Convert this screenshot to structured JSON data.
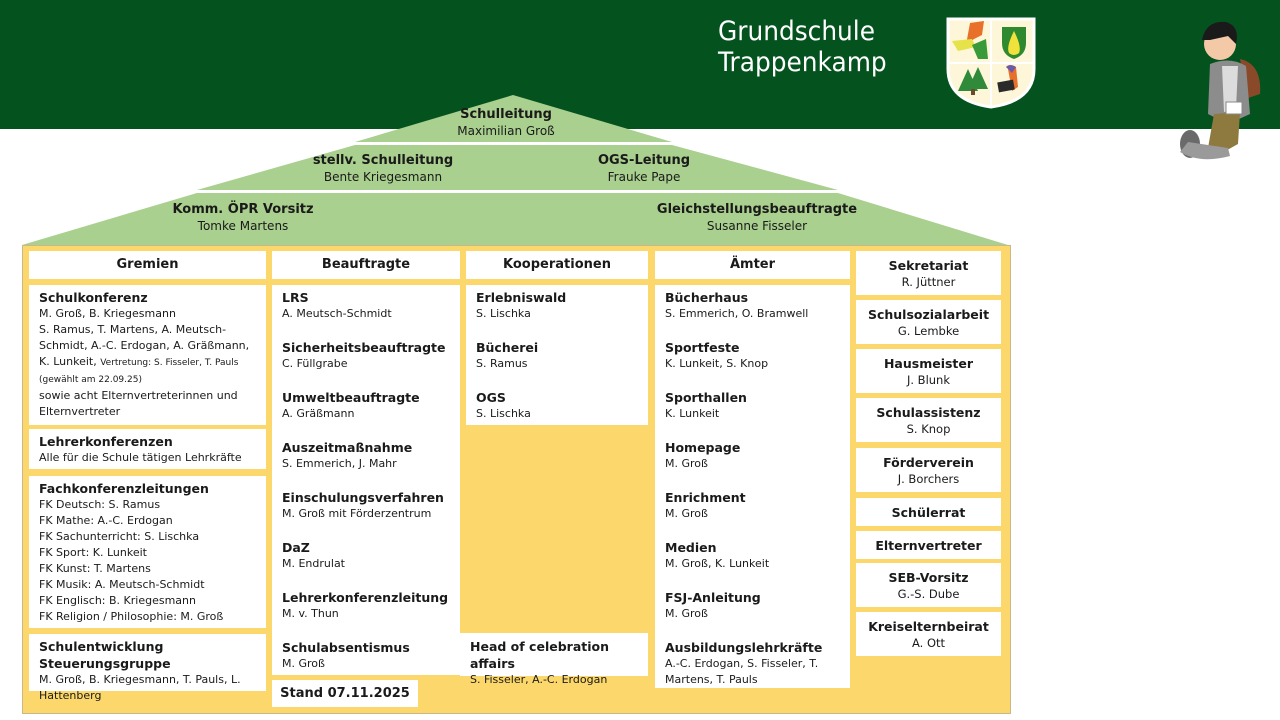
{
  "header": {
    "school_name_line1": "Grundschule",
    "school_name_line2": "Trappenkamp",
    "banner_color": "#04531f"
  },
  "roof": {
    "tier1": {
      "leader": {
        "title": "Schulleitung",
        "name": "Maximilian Groß"
      }
    },
    "tier2": {
      "left": {
        "title": "stellv. Schulleitung",
        "name": "Bente Kriegesmann"
      },
      "right": {
        "title": "OGS-Leitung",
        "name": "Frauke Pape"
      }
    },
    "tier3": {
      "left": {
        "title": "Komm. ÖPR Vorsitz",
        "name": "Tomke Martens"
      },
      "right": {
        "title": "Gleichstellungsbeauftragte",
        "name": "Susanne Fisseler"
      }
    },
    "color": "#a9d08e"
  },
  "gremien": {
    "header": "Gremien",
    "schulkonferenz": {
      "title": "Schulkonferenz",
      "line1": "M. Groß, B. Kriegesmann",
      "line2": "S. Ramus, T. Martens, A. Meutsch-Schmidt, A.-C.  Erdogan, A. Gräßmann, K. Lunkeit,",
      "substitute": "Vertretung: S. Fisseler, T. Pauls (gewählt am 22.09.25)",
      "line3": "sowie acht Elternvertreterinnen  und Elternvertreter"
    },
    "lehrerkonferenzen": {
      "title": "Lehrerkonferenzen",
      "text": "Alle für die Schule tätigen Lehrkräfte"
    },
    "fachkonferenzen": {
      "title": "Fachkonferenzleitungen",
      "items": [
        "FK Deutsch: S. Ramus",
        "FK Mathe: A.-C. Erdogan",
        "FK Sachunterricht: S. Lischka",
        "FK Sport: K. Lunkeit",
        "FK Kunst: T. Martens",
        "FK Musik: A. Meutsch-Schmidt",
        "FK Englisch: B. Kriegesmann",
        "FK Religion / Philosophie: M. Groß"
      ]
    },
    "steuerungsgruppe": {
      "title": "Schulentwicklung Steuerungsgruppe",
      "text": "M. Groß, B. Kriegesmann, T. Pauls, L. Hattenberg"
    }
  },
  "beauftragte": {
    "header": "Beauftragte",
    "items": [
      {
        "title": "LRS",
        "name": "A. Meutsch-Schmidt"
      },
      {
        "title": "Sicherheitsbeauftragte",
        "name": "C. Füllgrabe"
      },
      {
        "title": "Umweltbeauftragte",
        "name": "A. Gräßmann"
      },
      {
        "title": "Auszeitmaßnahme",
        "name": "S. Emmerich,  J. Mahr"
      },
      {
        "title": "Einschulungsverfahren",
        "name": "M. Groß mit Förderzentrum"
      },
      {
        "title": "DaZ",
        "name": "M. Endrulat"
      },
      {
        "title": "Lehrerkonferenzleitung",
        "name": "M. v. Thun"
      },
      {
        "title": "Schulabsentismus",
        "name": "M. Groß"
      }
    ]
  },
  "kooperationen": {
    "header": "Kooperationen",
    "items": [
      {
        "title": "Erlebniswald",
        "name": "S. Lischka"
      },
      {
        "title": "Bücherei",
        "name": "S. Ramus"
      },
      {
        "title": "OGS",
        "name": "S. Lischka"
      }
    ],
    "celebration": {
      "title": "Head of celebration affairs",
      "name": "S. Fisseler, A.-C. Erdogan"
    }
  },
  "aemter": {
    "header": "Ämter",
    "items": [
      {
        "title": "Bücherhaus",
        "name": "S. Emmerich,  O. Bramwell"
      },
      {
        "title": "Sportfeste",
        "name": "K. Lunkeit, S. Knop"
      },
      {
        "title": "Sporthallen",
        "name": "K. Lunkeit"
      },
      {
        "title": "Homepage",
        "name": "M. Groß"
      },
      {
        "title": "Enrichment",
        "name": "M. Groß"
      },
      {
        "title": "Medien",
        "name": "M. Groß, K. Lunkeit"
      },
      {
        "title": "FSJ-Anleitung",
        "name": "M. Groß"
      },
      {
        "title": "Ausbildungslehrkräfte",
        "name": "A.-C. Erdogan, S. Fisseler, T. Martens, T. Pauls"
      }
    ]
  },
  "side": {
    "items": [
      {
        "title": "Sekretariat",
        "name": "R. Jüttner"
      },
      {
        "title": "Schulsozialarbeit",
        "name": "G. Lembke"
      },
      {
        "title": "Hausmeister",
        "name": "J. Blunk"
      },
      {
        "title": "Schulassistenz",
        "name": "S. Knop"
      },
      {
        "title": "Förderverein",
        "name": "J. Borchers"
      },
      {
        "title": "Schülerrat",
        "name": ""
      },
      {
        "title": "Elternvertreter",
        "name": ""
      },
      {
        "title": "SEB-Vorsitz",
        "name": "G.-S. Dube"
      },
      {
        "title": "Kreiselternbeirat",
        "name": "A. Ott"
      }
    ]
  },
  "footer": {
    "stand": "Stand 07.11.2025"
  },
  "colors": {
    "house": "#fcd86c",
    "roof": "#a9d08e",
    "banner": "#04531f"
  }
}
